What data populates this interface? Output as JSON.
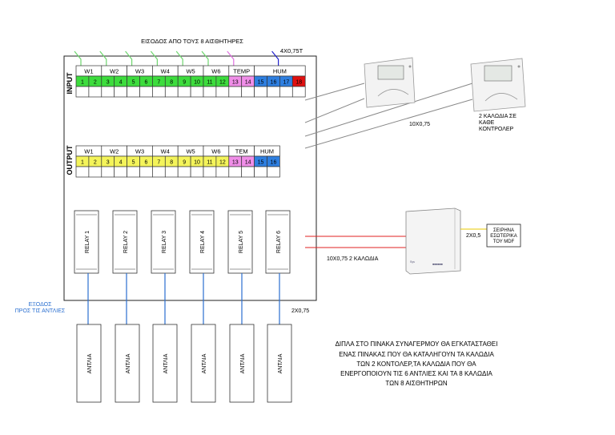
{
  "title": "ΕΙΣΟΔΟΣ  ΑΠΟ ΤΟΥΣ  8  ΑΙΣΘΗΤΗΡΕΣ",
  "cable_top": "4X0,75T",
  "input_label": "INPUT",
  "output_label": "OUTPUT",
  "input_groups": [
    {
      "label": "W1",
      "terminals": [
        "1",
        "2"
      ],
      "color": "#3ddc3d"
    },
    {
      "label": "W2",
      "terminals": [
        "3",
        "4"
      ],
      "color": "#3ddc3d"
    },
    {
      "label": "W3",
      "terminals": [
        "5",
        "6"
      ],
      "color": "#3ddc3d"
    },
    {
      "label": "W4",
      "terminals": [
        "7",
        "8"
      ],
      "color": "#3ddc3d"
    },
    {
      "label": "W5",
      "terminals": [
        "9",
        "10"
      ],
      "color": "#3ddc3d"
    },
    {
      "label": "W6",
      "terminals": [
        "11",
        "12"
      ],
      "color": "#3ddc3d"
    },
    {
      "label": "TEMP",
      "terminals": [
        "13",
        "14"
      ],
      "color": "#f08ee8"
    },
    {
      "label": "HUM",
      "terminals": [
        "15",
        "16",
        "17",
        "18"
      ],
      "color": "#2e7fe0"
    }
  ],
  "output_groups": [
    {
      "label": "W1",
      "terminals": [
        "1",
        "2"
      ],
      "color": "#f4f45a"
    },
    {
      "label": "W2",
      "terminals": [
        "3",
        "4"
      ],
      "color": "#f4f45a"
    },
    {
      "label": "W3",
      "terminals": [
        "5",
        "6"
      ],
      "color": "#f4f45a"
    },
    {
      "label": "W4",
      "terminals": [
        "7",
        "8"
      ],
      "color": "#f4f45a"
    },
    {
      "label": "W5",
      "terminals": [
        "9",
        "10"
      ],
      "color": "#f4f45a"
    },
    {
      "label": "W6",
      "terminals": [
        "11",
        "12"
      ],
      "color": "#f4f45a"
    },
    {
      "label": "TEM",
      "terminals": [
        "13",
        "14"
      ],
      "color": "#f08ee8"
    },
    {
      "label": "HUM",
      "terminals": [
        "15",
        "16"
      ],
      "color": "#2e7fe0"
    }
  ],
  "terminal_18_color": "#e01010",
  "relays": [
    "RELAY 1",
    "RELAY 2",
    "RELAY 3",
    "RELAY 4",
    "RELAY 5",
    "RELAY 6"
  ],
  "pumps": [
    "ΑΝΤΛΙΑ",
    "ΑΝΤΛΙΑ",
    "ΑΝΤΛΙΑ",
    "ΑΝΤΛΙΑ",
    "ΑΝΤΛΙΑ",
    "ΑΝΤΛΙΑ"
  ],
  "cable_controllers": "10X0,75",
  "controller_note": [
    "2 ΚΑΛΩΔΙΑ ΣΕ",
    "ΚΑΘΕ",
    "ΚΟΝΤΡΟΛΕΡ"
  ],
  "cable_alarm": "10X0,75  2 ΚΑΛΩΔΙΑ",
  "siren_label": [
    "ΣΕΙΡΗΝΑ",
    "ΕΣΩΤΕΡΙΚΑ",
    "ΤΟΥ MDF"
  ],
  "cable_siren": "2X0,5",
  "exit_label": [
    "ΕΞΟΔΟΣ",
    "ΠΡΟΣ ΤΙΣ ΑΝΤΛΙΕΣ"
  ],
  "cable_pumps": "2X0,75",
  "notes": [
    "ΔΙΠΛΑ ΣΤΟ ΠΙΝΑΚΑ ΣΥΝΑΓΕΡΜΟΥ ΘΑ ΕΓΚΑΤΑΣΤΑΘΕΙ",
    "ΕΝΑΣ ΠΙΝΑΚΑΣ  ΠΟΥ ΘΑ ΚΑΤΑΛΗΓΟΥΝ ΤΑ ΚΑΛΩΔΙΑ",
    "ΤΩΝ 2 ΚΟΝΤΟΛΕΡ,ΤΑ ΚΑΛΩΔΙΑ ΠΟΥ ΘΑ",
    "ΕΝΕΡΓΟΠΟΙΟΥΝ ΤΙΣ 6 ΑΝΤΛΙΕΣ  ΚΑΙ ΤΑ 8 ΚΑΛΩΔΙΑ",
    "ΤΩΝ 8 ΑΙΣΘΗΤΗΡΩΝ"
  ],
  "colors": {
    "wire_green": "#6fd66f",
    "wire_pink": "#e070e0",
    "wire_blue": "#2222cc",
    "wire_red": "#e02020",
    "wire_pump": "#2a6fd0",
    "wire_siren": "#e8c800",
    "wire_gray": "#888888"
  }
}
